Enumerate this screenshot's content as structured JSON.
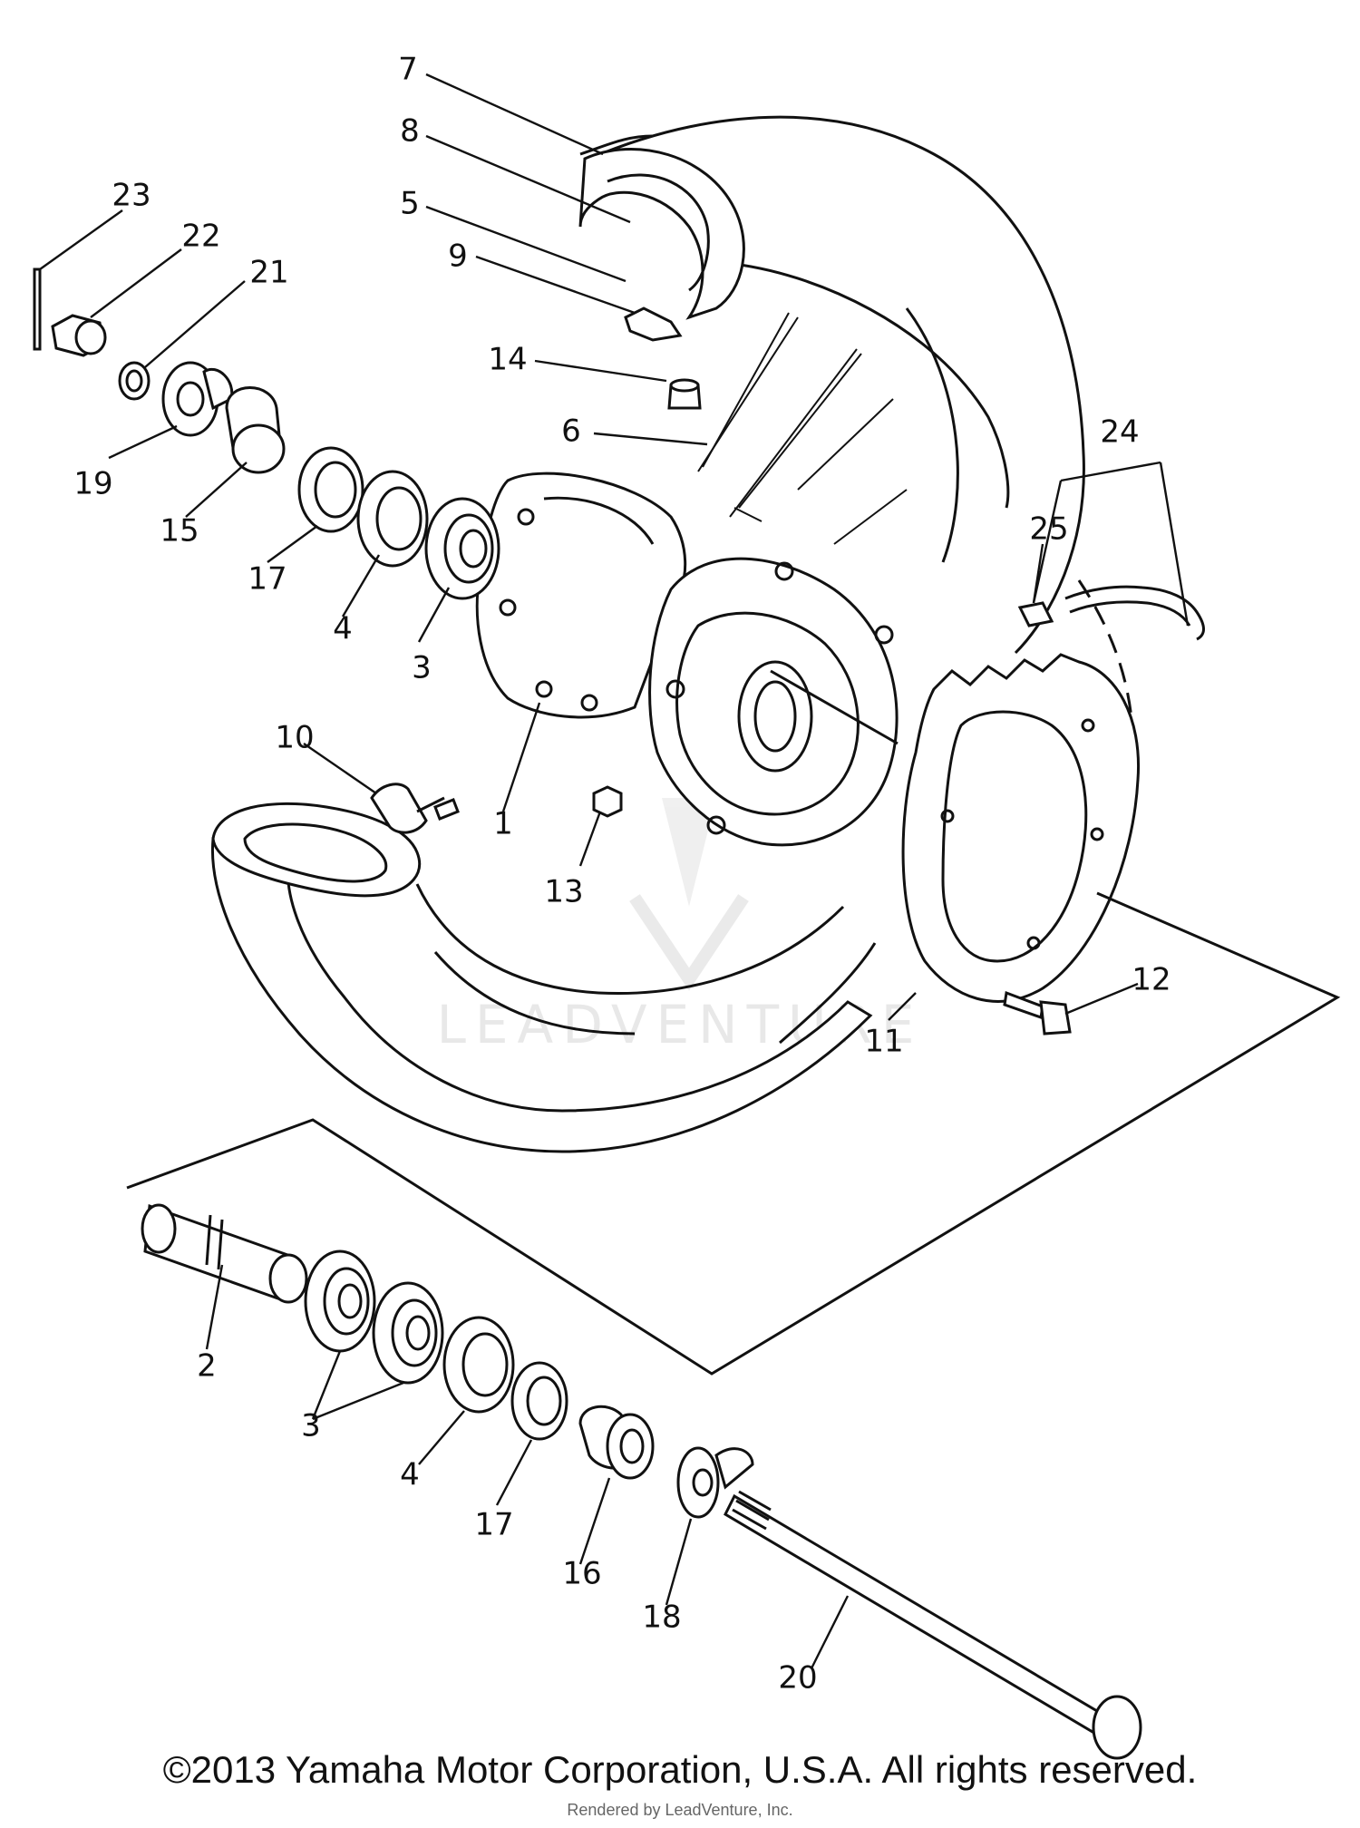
{
  "diagram": {
    "callouts": [
      {
        "id": "7",
        "label": "7"
      },
      {
        "id": "8",
        "label": "8"
      },
      {
        "id": "5",
        "label": "5"
      },
      {
        "id": "9",
        "label": "9"
      },
      {
        "id": "14",
        "label": "14"
      },
      {
        "id": "6",
        "label": "6"
      },
      {
        "id": "23",
        "label": "23"
      },
      {
        "id": "22",
        "label": "22"
      },
      {
        "id": "21",
        "label": "21"
      },
      {
        "id": "19",
        "label": "19"
      },
      {
        "id": "15",
        "label": "15"
      },
      {
        "id": "17a",
        "label": "17"
      },
      {
        "id": "4a",
        "label": "4"
      },
      {
        "id": "3a",
        "label": "3"
      },
      {
        "id": "10",
        "label": "10"
      },
      {
        "id": "1",
        "label": "1"
      },
      {
        "id": "13",
        "label": "13"
      },
      {
        "id": "24",
        "label": "24"
      },
      {
        "id": "25",
        "label": "25"
      },
      {
        "id": "12",
        "label": "12"
      },
      {
        "id": "11",
        "label": "11"
      },
      {
        "id": "2",
        "label": "2"
      },
      {
        "id": "3b",
        "label": "3"
      },
      {
        "id": "4b",
        "label": "4"
      },
      {
        "id": "17b",
        "label": "17"
      },
      {
        "id": "16",
        "label": "16"
      },
      {
        "id": "18",
        "label": "18"
      },
      {
        "id": "20",
        "label": "20"
      }
    ],
    "watermark": "LEADVENTURE"
  },
  "footer": {
    "copyright": "©2013 Yamaha Motor Corporation, U.S.A. All rights reserved.",
    "rendered_by": "Rendered by LeadVenture, Inc."
  }
}
